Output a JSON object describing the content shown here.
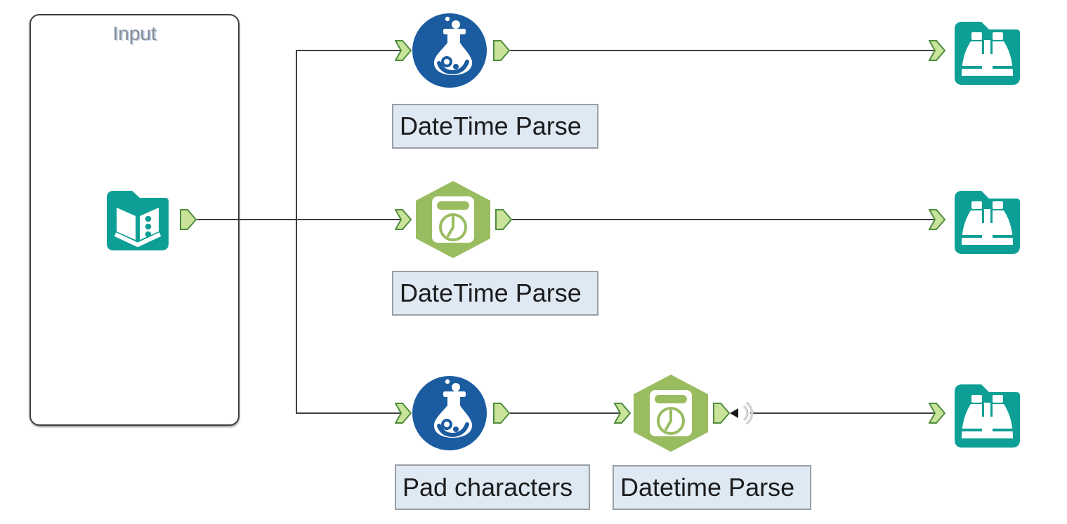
{
  "container": {
    "title": "Input"
  },
  "annotations": {
    "formula_top": "DateTime Parse",
    "datetime_middle": "DateTime Parse",
    "formula_bottom": "Pad characters",
    "datetime_bottom": "Datetime Parse"
  },
  "nodes": [
    {
      "id": "input-data",
      "icon": "open-book-icon",
      "annotation": ""
    },
    {
      "id": "formula-top",
      "icon": "flask-icon",
      "annotation": "DateTime Parse"
    },
    {
      "id": "datetime-middle",
      "icon": "calendar-clock-icon",
      "annotation": "DateTime Parse"
    },
    {
      "id": "formula-bottom",
      "icon": "flask-icon",
      "annotation": "Pad characters"
    },
    {
      "id": "datetime-bottom",
      "icon": "calendar-clock-icon",
      "annotation": "Datetime Parse"
    },
    {
      "id": "browse-top",
      "icon": "binoculars-icon",
      "annotation": ""
    },
    {
      "id": "browse-middle",
      "icon": "binoculars-icon",
      "annotation": ""
    },
    {
      "id": "browse-bottom",
      "icon": "binoculars-icon",
      "annotation": ""
    }
  ],
  "connections": [
    {
      "from": "input-data",
      "to": "formula-top",
      "wireless": false
    },
    {
      "from": "input-data",
      "to": "datetime-middle",
      "wireless": false
    },
    {
      "from": "input-data",
      "to": "formula-bottom",
      "wireless": false
    },
    {
      "from": "formula-top",
      "to": "browse-top",
      "wireless": false
    },
    {
      "from": "datetime-middle",
      "to": "browse-middle",
      "wireless": false
    },
    {
      "from": "formula-bottom",
      "to": "datetime-bottom",
      "wireless": false
    },
    {
      "from": "datetime-bottom",
      "to": "browse-bottom",
      "wireless": true
    }
  ],
  "colors": {
    "canvas_bg": "#FFFFFF",
    "teal": "#0D9F95",
    "blue": "#1B5CA0",
    "green": "#9ABC60",
    "anchor_fill": "#C9E49A",
    "anchor_border": "#4F8C3E",
    "line": "#3E3E40",
    "label_bg": "#DEE9F3",
    "label_border": "#9B9FA4",
    "label_text": "#1C1C1E",
    "container_border": "#3F3F41",
    "container_title": "#8A8E93",
    "wireless_arc": "#D2D2D2",
    "wireless_arrow": "#1A1A1A"
  }
}
